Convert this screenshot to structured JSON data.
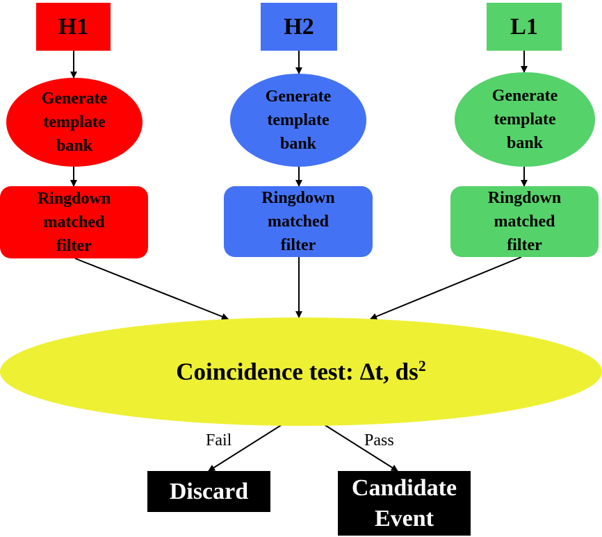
{
  "colors": {
    "h1": "#ff0000",
    "h2": "#4472f4",
    "l1": "#55d26a",
    "coincidence": "#eef034",
    "output": "#000000"
  },
  "columns": [
    {
      "detector": "H1",
      "bank_lines": [
        "Generate",
        "template",
        "bank"
      ],
      "filter_lines": [
        "Ringdown",
        "matched",
        "filter"
      ]
    },
    {
      "detector": "H2",
      "bank_lines": [
        "Generate",
        "template",
        "bank"
      ],
      "filter_lines": [
        "Ringdown",
        "matched",
        "filter"
      ]
    },
    {
      "detector": "L1",
      "bank_lines": [
        "Generate",
        "template",
        "bank"
      ],
      "filter_lines": [
        "Ringdown",
        "matched",
        "filter"
      ]
    }
  ],
  "coincidence": {
    "label": "Coincidence test: Δt, ds",
    "superscript": "2"
  },
  "branches": {
    "fail_label": "Fail",
    "pass_label": "Pass"
  },
  "outputs": {
    "discard_label": "Discard",
    "candidate_lines": [
      "Candidate",
      "Event"
    ]
  }
}
